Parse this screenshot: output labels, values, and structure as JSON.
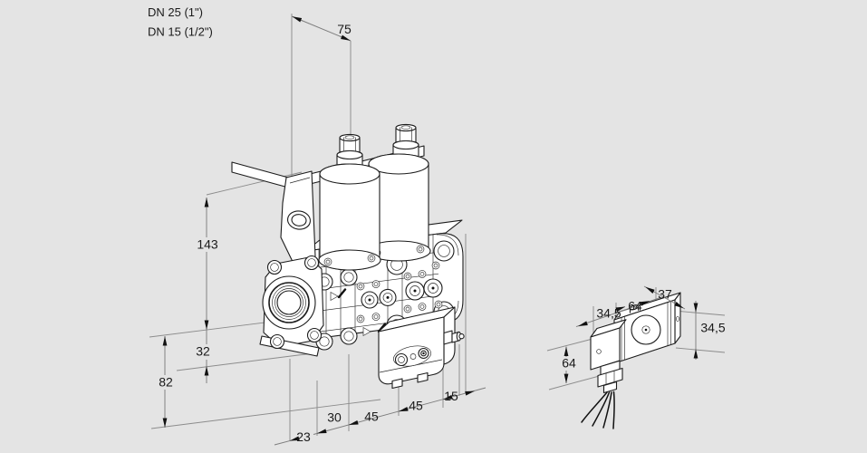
{
  "drawing": {
    "title": "Isometric dimensional drawing of double solenoid valve with pressure switch detail",
    "size_labels": {
      "line1": "DN 25 (1\")",
      "line2": "DN 15 (1/2\")"
    },
    "dims": {
      "top_width": "75",
      "height": "143",
      "mid_offset": "32",
      "lower_height": "82",
      "bottom_23": "23",
      "bottom_30": "30",
      "bottom_45a": "45",
      "bottom_45b": "45",
      "bottom_15": "15",
      "detail_345_left": "34,5",
      "detail_64_top": "64",
      "detail_37": "37",
      "detail_345_right": "34,5",
      "detail_64_left": "64"
    }
  },
  "colors": {
    "background": "#e4e4e4",
    "part_line": "#1c1c1c",
    "dimension_line": "#8c8c8c",
    "text": "#1a1a1a"
  }
}
